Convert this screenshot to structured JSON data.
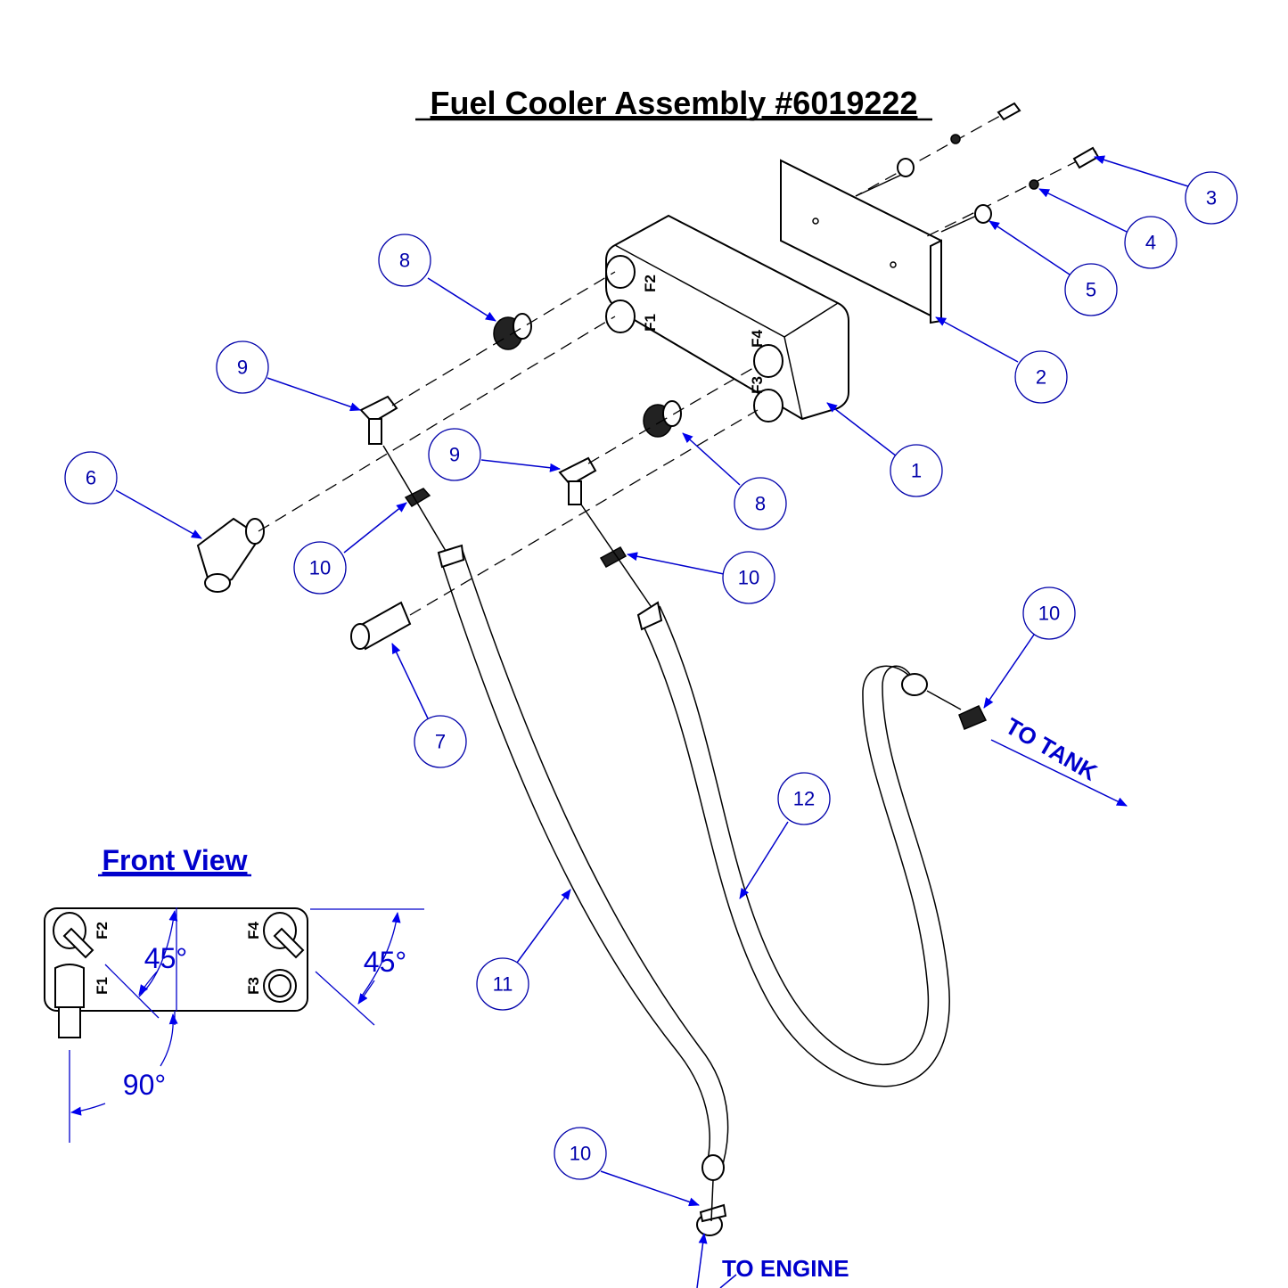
{
  "title": "Fuel Cooler Assembly #6019222",
  "front_view": {
    "title": "Front View",
    "ports": [
      "F2",
      "F1",
      "F4",
      "F3"
    ],
    "angles": [
      "45°",
      "45°",
      "90°"
    ]
  },
  "directions": {
    "to_tank": "TO TANK",
    "to_engine": "TO ENGINE"
  },
  "main_ports": [
    "F2",
    "F1",
    "F4",
    "F3"
  ],
  "callouts": [
    "1",
    "2",
    "3",
    "4",
    "5",
    "6",
    "7",
    "8",
    "8",
    "9",
    "9",
    "10",
    "10",
    "10",
    "10",
    "11",
    "12"
  ],
  "colors": {
    "callout": "#0000aa",
    "leader": "#0000cc",
    "line": "#000000"
  }
}
